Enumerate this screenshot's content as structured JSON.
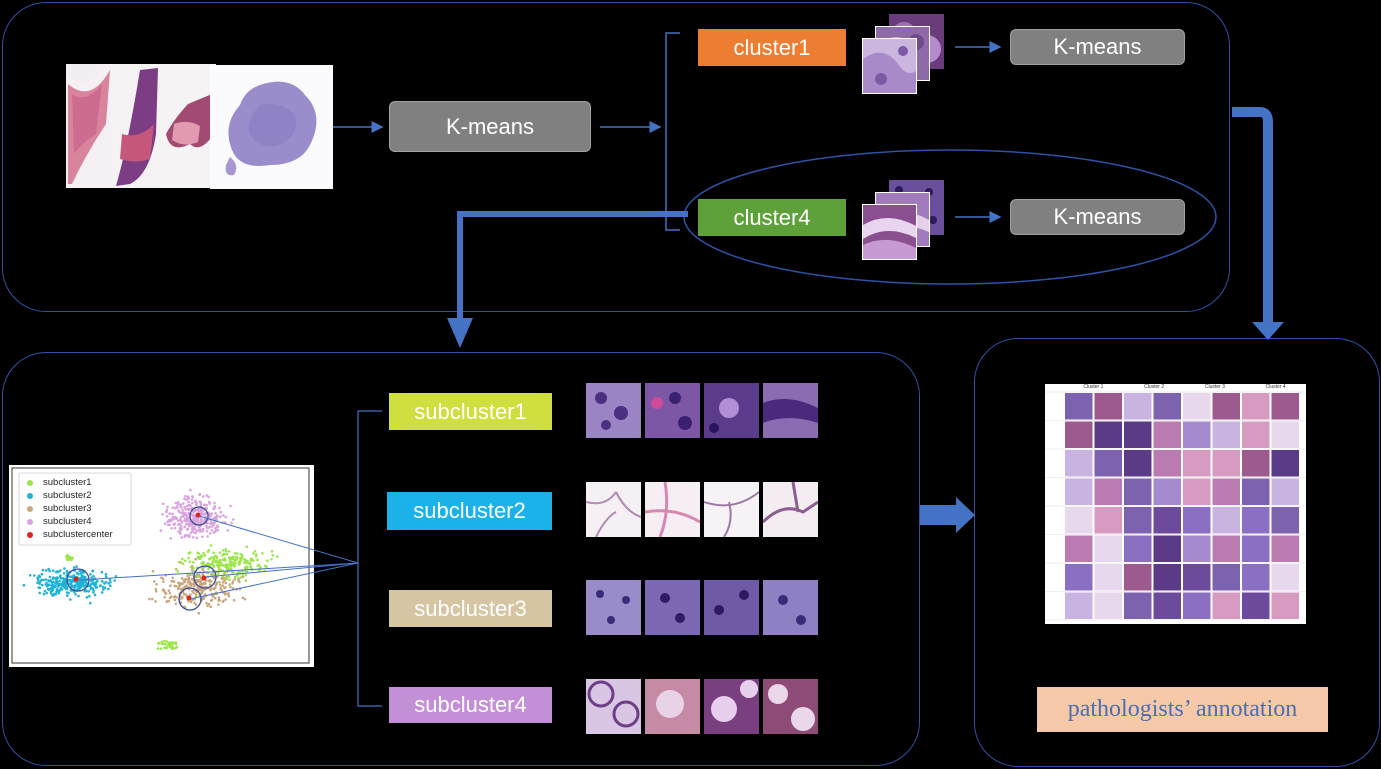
{
  "stage1": {
    "kmeans_label": "K-means",
    "clusters": [
      {
        "label": "cluster1",
        "color": "#ed7d31",
        "kmeans_label": "K-means"
      },
      {
        "label": "cluster4",
        "color": "#5ea03a",
        "kmeans_label": "K-means"
      }
    ]
  },
  "stage2": {
    "legend": [
      {
        "label": "subcluster1",
        "color": "#9be64a"
      },
      {
        "label": "subcluster2",
        "color": "#1fb3d8"
      },
      {
        "label": "subcluster3",
        "color": "#c9a77e"
      },
      {
        "label": "subcluster4",
        "color": "#d9a3e0"
      },
      {
        "label": "subclustercenter",
        "color": "#e0201a"
      }
    ],
    "subclusters": [
      {
        "label": "subcluster1",
        "color": "#cfdf3f"
      },
      {
        "label": "subcluster2",
        "color": "#1ab2e8"
      },
      {
        "label": "subcluster3",
        "color": "#d6c5a2"
      },
      {
        "label": "subcluster4",
        "color": "#c38fd6"
      }
    ]
  },
  "stage3": {
    "grid_headers": [
      "Cluster 1",
      "Cluster 2",
      "Cluster 3",
      "Cluster 4"
    ],
    "annotation_label": "pathologists’ annotation"
  },
  "colors": {
    "panel_border": "#2e52a6",
    "arrow": "#4472c4",
    "connector": "#4472c4"
  }
}
